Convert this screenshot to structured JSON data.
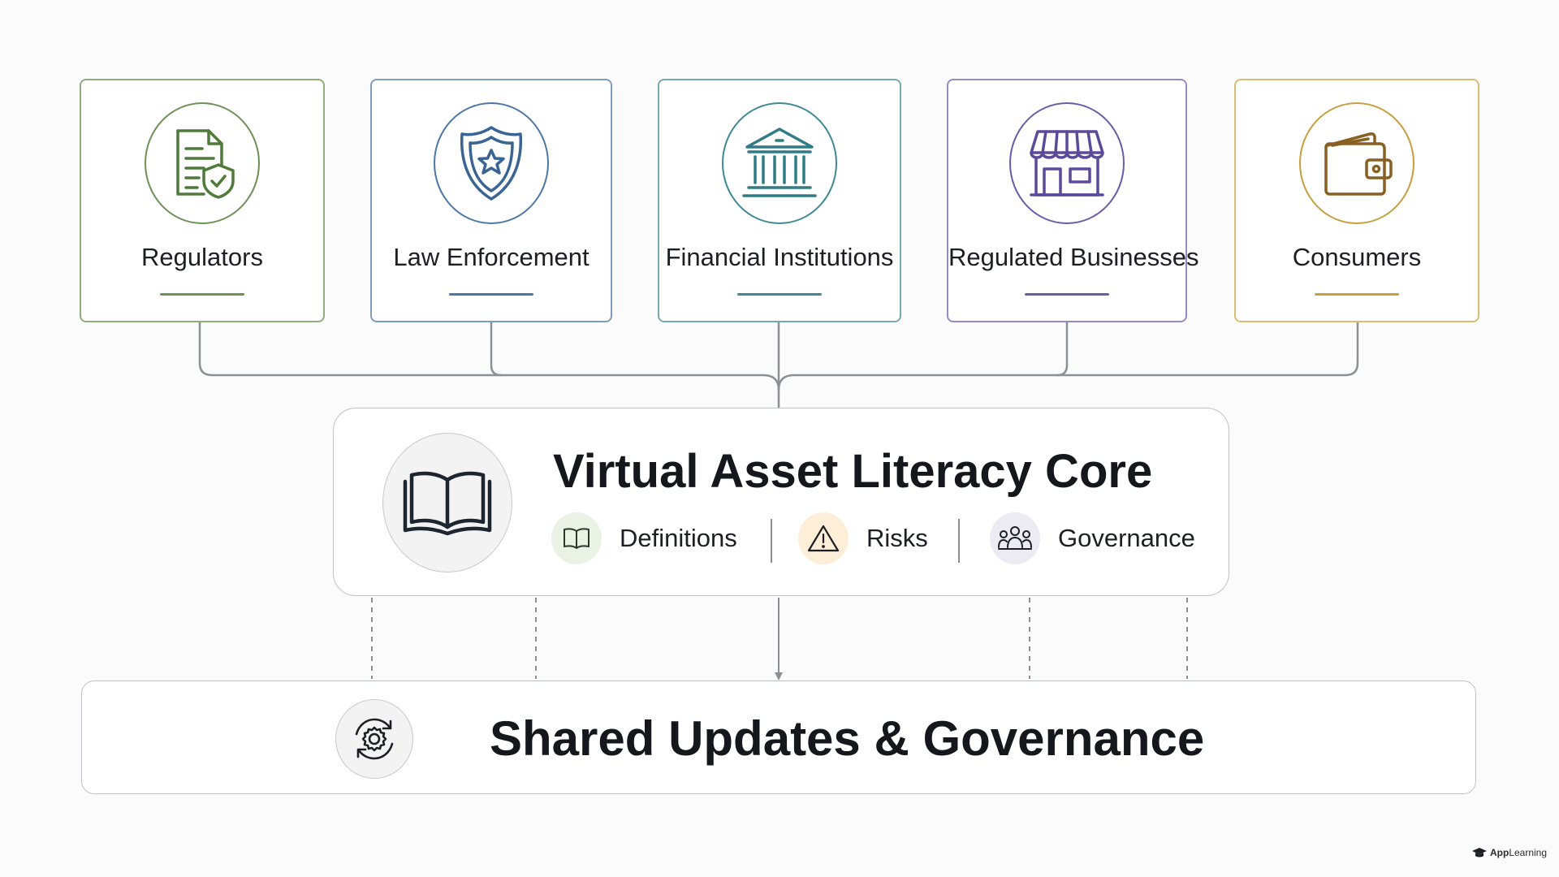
{
  "stakeholders": [
    {
      "label": "Regulators",
      "icon": "document-shield-icon",
      "color": "#4f7a3a"
    },
    {
      "label": "Law Enforcement",
      "icon": "police-badge-icon",
      "color": "#3a6494"
    },
    {
      "label": "Financial Institutions",
      "icon": "bank-icon",
      "color": "#2f7c85"
    },
    {
      "label": "Regulated Businesses",
      "icon": "storefront-icon",
      "color": "#5b4a99"
    },
    {
      "label": "Consumers",
      "icon": "wallet-icon",
      "color": "#b8902e"
    }
  ],
  "core": {
    "title": "Virtual Asset Literacy Core",
    "icon": "open-book-icon",
    "items": [
      {
        "label": "Definitions",
        "icon": "book-icon",
        "color": "#e9f2e4"
      },
      {
        "label": "Risks",
        "icon": "warning-icon",
        "color": "#fdeed8"
      },
      {
        "label": "Governance",
        "icon": "people-group-icon",
        "color": "#ecebf3"
      }
    ]
  },
  "base": {
    "title": "Shared Updates & Governance",
    "icon": "gear-sync-icon"
  },
  "brand": {
    "name_bold": "App",
    "name_rest": "Learning",
    "icon": "graduation-cap-icon"
  }
}
